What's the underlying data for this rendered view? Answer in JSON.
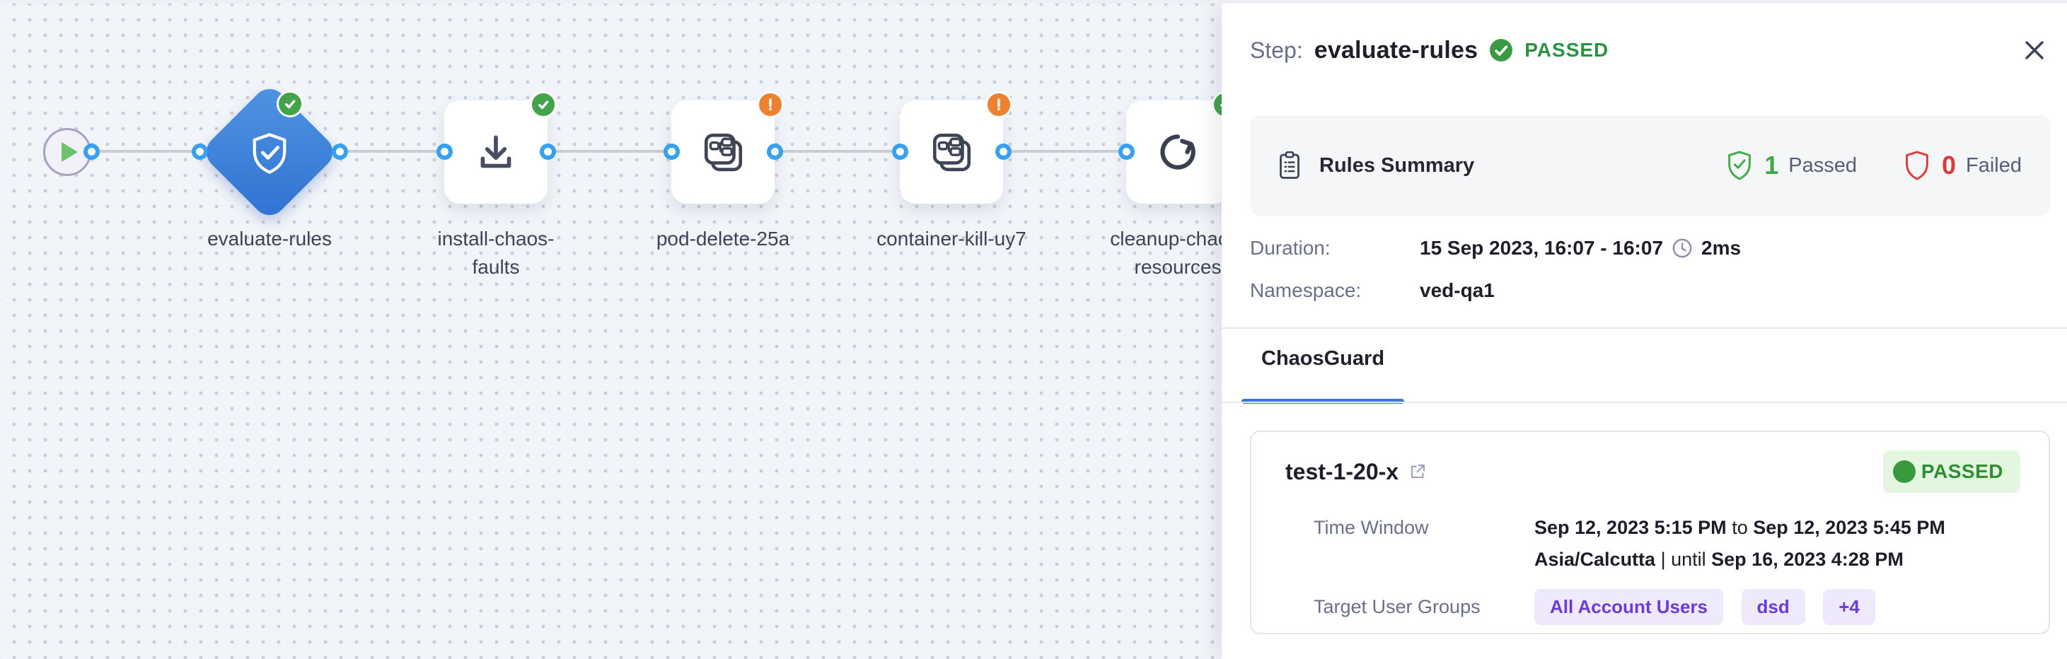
{
  "colors": {
    "accent_blue": "#3a79e2",
    "node_blue": "#3b82d8",
    "port_blue": "#36a0f3",
    "success_green": "#43a34b",
    "warning_orange": "#ee8130",
    "fail_red": "#d93a3a",
    "purple": "#6a3bd8",
    "canvas_bg": "#f1f5f9"
  },
  "canvas": {
    "nodes": [
      {
        "id": "start",
        "icon": "play-icon"
      },
      {
        "id": "evaluate-rules",
        "label": "evaluate-rules",
        "icon": "shield-check-icon",
        "status": "passed"
      },
      {
        "id": "install-chaos-faults",
        "label": "install-chaos-faults",
        "icon": "download-icon",
        "status": "passed"
      },
      {
        "id": "pod-delete-25a",
        "label": "pod-delete-25a",
        "icon": "chaos-fault-icon",
        "status": "warning"
      },
      {
        "id": "container-kill-uy7",
        "label": "container-kill-uy7",
        "icon": "chaos-fault-icon",
        "status": "warning"
      },
      {
        "id": "cleanup-chaos-resources",
        "label": "cleanup-chaos-resources",
        "icon": "refresh-icon",
        "status": "passed"
      }
    ]
  },
  "panel": {
    "header": {
      "prefix": "Step:",
      "title": "evaluate-rules",
      "status": "PASSED"
    },
    "rules_summary": {
      "title": "Rules Summary",
      "passed_count": "1",
      "passed_label": "Passed",
      "failed_count": "0",
      "failed_label": "Failed"
    },
    "details": {
      "duration_label": "Duration:",
      "duration_value": "15 Sep 2023, 16:07 - 16:07",
      "duration_time": "2ms",
      "namespace_label": "Namespace:",
      "namespace_value": "ved-qa1"
    },
    "tabs": [
      {
        "label": "ChaosGuard"
      }
    ],
    "guard_card": {
      "name": "test-1-20-x",
      "status": "PASSED",
      "time_window_label": "Time Window",
      "time_window_start": "Sep 12, 2023 5:15 PM",
      "time_window_join": "to",
      "time_window_end": "Sep 12, 2023 5:45 PM",
      "timezone": "Asia/Calcutta",
      "timezone_separator": "|",
      "until_label": "until",
      "until_value": "Sep 16, 2023 4:28 PM",
      "target_groups_label": "Target User Groups",
      "groups": [
        "All Account Users",
        "dsd",
        "+4"
      ]
    }
  }
}
